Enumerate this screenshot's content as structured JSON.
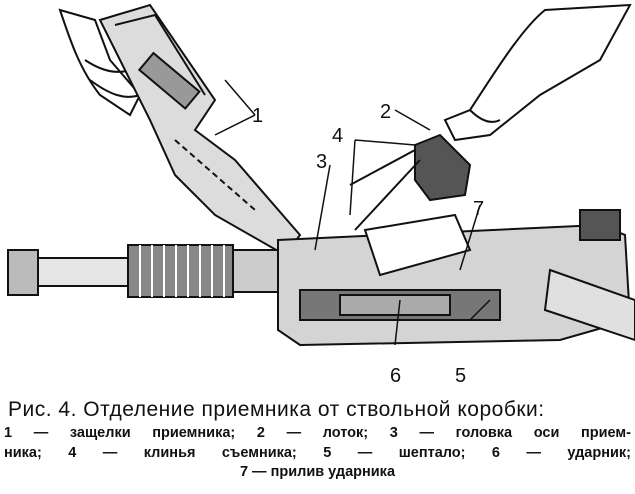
{
  "figure": {
    "callouts": [
      "1",
      "2",
      "3",
      "4",
      "5",
      "6",
      "7"
    ]
  },
  "caption": {
    "title": "Рис. 4. Отделение приемника от ствольной коробки:",
    "legend_lines": [
      "1 — защелки приемника; 2 — лоток; 3 — головка оси прием-",
      "ника; 4 — клинья съемника; 5 — шептало; 6 — ударник;",
      "7 — прилив ударника"
    ]
  }
}
